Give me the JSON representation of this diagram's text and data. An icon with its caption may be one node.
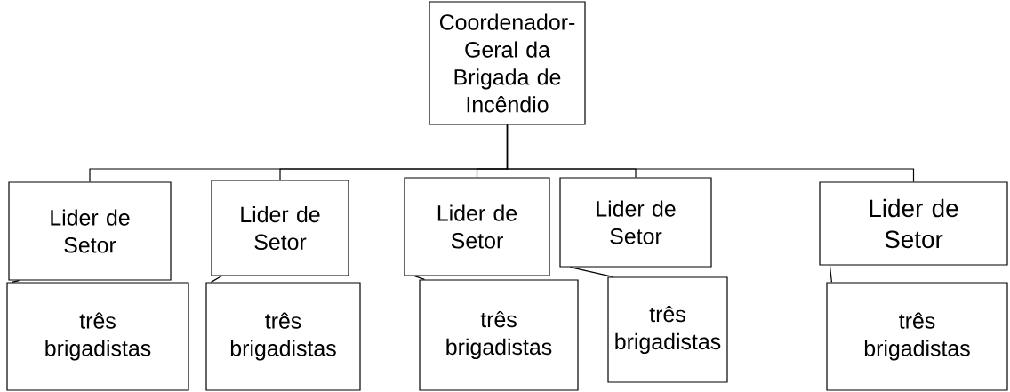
{
  "diagram": {
    "nodes": [
      {
        "text": [
          "Coordenador-Geral da Brigada de Incêndio"
        ]
      },
      {
        "text": [
          "Lider de Setor"
        ]
      },
      {
        "text": [
          "Lider de Setor"
        ]
      },
      {
        "text": [
          "Lider de Setor"
        ]
      },
      {
        "text": [
          "Lider de Setor"
        ]
      },
      {
        "text": [
          "Lider de Setor"
        ]
      },
      {
        "text": [
          "três brigadistas"
        ]
      },
      {
        "text": [
          "três brigadistas"
        ]
      },
      {
        "text": [
          "três brigadistas"
        ]
      },
      {
        "text": [
          "três brigadistas"
        ]
      },
      {
        "text": [
          "três brigadistas"
        ]
      }
    ],
    "edges": [
      {
        "from": 0,
        "to": 1,
        "arrow": "none"
      },
      {
        "from": 0,
        "to": 2,
        "arrow": "none"
      },
      {
        "from": 0,
        "to": 3,
        "arrow": "none"
      },
      {
        "from": 0,
        "to": 4,
        "arrow": "none"
      },
      {
        "from": 0,
        "to": 5,
        "arrow": "none"
      },
      {
        "from": 1,
        "to": 6,
        "arrow": "none"
      },
      {
        "from": 2,
        "to": 7,
        "arrow": "none"
      },
      {
        "from": 3,
        "to": 8,
        "arrow": "none"
      },
      {
        "from": 4,
        "to": 9,
        "arrow": "none"
      },
      {
        "from": 5,
        "to": 10,
        "arrow": "none"
      }
    ]
  }
}
